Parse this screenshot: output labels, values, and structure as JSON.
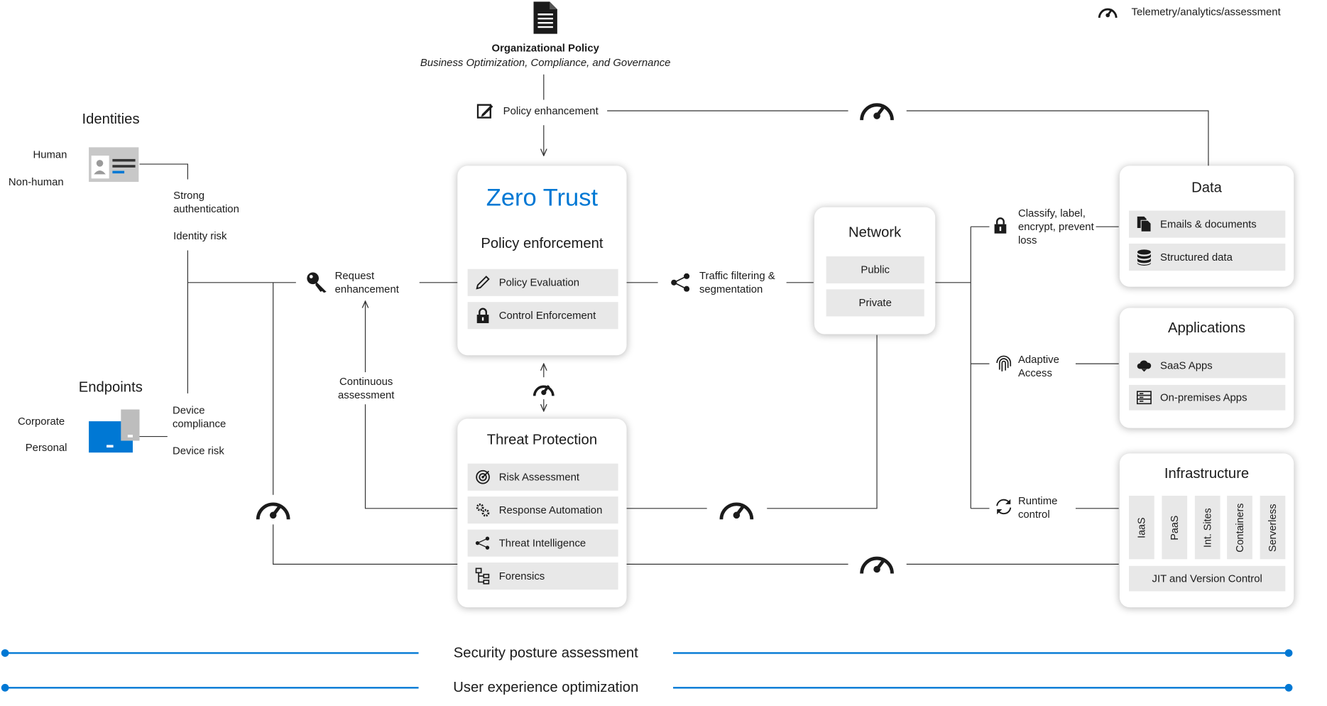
{
  "legend": {
    "label": "Telemetry/analytics/assessment",
    "icon": "gauge-icon"
  },
  "org_policy": {
    "title": "Organizational Policy",
    "subtitle": "Business Optimization, Compliance, and Governance",
    "policy_enhancement": "Policy enhancement"
  },
  "identities": {
    "title": "Identities",
    "human": "Human",
    "non_human": "Non-human",
    "strong_auth": "Strong authentication",
    "identity_risk": "Identity risk"
  },
  "endpoints": {
    "title": "Endpoints",
    "corporate": "Corporate",
    "personal": "Personal",
    "device_compliance": "Device compliance",
    "device_risk": "Device risk"
  },
  "request_enhancement": "Request enhancement",
  "continuous_assessment": "Continuous assessment",
  "zero_trust": {
    "title": "Zero Trust",
    "subtitle": "Policy enforcement",
    "items": [
      "Policy Evaluation",
      "Control Enforcement"
    ]
  },
  "threat_protection": {
    "title": "Threat Protection",
    "items": [
      "Risk Assessment",
      "Response Automation",
      "Threat Intelligence",
      "Forensics"
    ]
  },
  "traffic_filtering": "Traffic filtering & segmentation",
  "network": {
    "title": "Network",
    "items": [
      "Public",
      "Private"
    ]
  },
  "classify": "Classify, label, encrypt, prevent loss",
  "adaptive_access": "Adaptive Access",
  "runtime_control": "Runtime control",
  "data": {
    "title": "Data",
    "items": [
      "Emails & documents",
      "Structured data"
    ]
  },
  "applications": {
    "title": "Applications",
    "items": [
      "SaaS Apps",
      "On-premises Apps"
    ]
  },
  "infrastructure": {
    "title": "Infrastructure",
    "columns": [
      "IaaS",
      "PaaS",
      "Int. Sites",
      "Containers",
      "Serverless"
    ],
    "footer": "JIT and Version Control"
  },
  "ribbons": [
    "Security posture assessment",
    "User experience optimization"
  ],
  "colors": {
    "accent": "#0078d4",
    "box": "#e8e8e8",
    "line": "#333333"
  }
}
